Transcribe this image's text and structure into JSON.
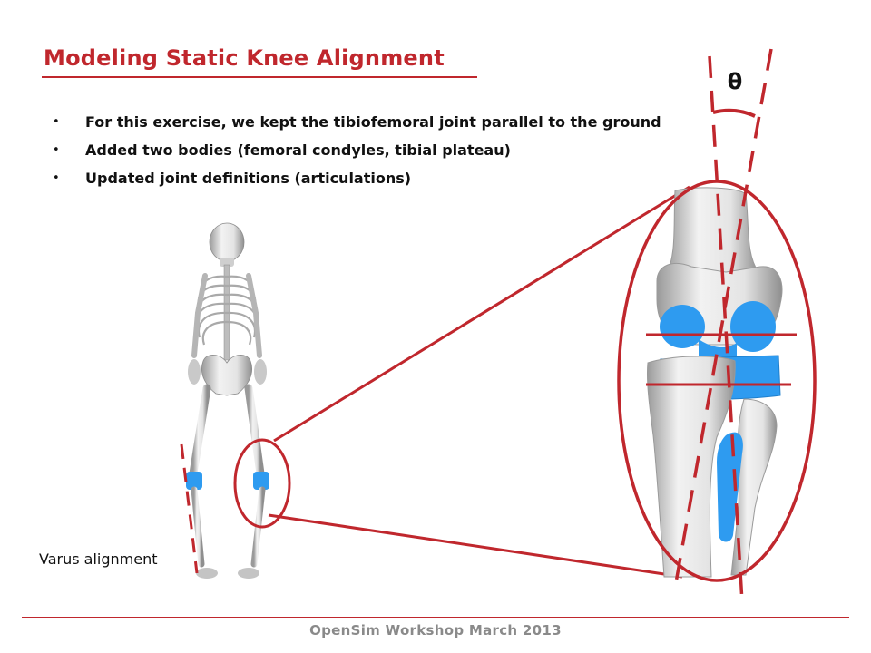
{
  "slide": {
    "title": "Modeling Static Knee Alignment",
    "bullets": [
      "For this exercise, we kept the tibiofemoral joint parallel to the ground",
      "Added two bodies (femoral condyles, tibial plateau)",
      "Updated joint definitions (articulations)"
    ],
    "bullet_glyph": "•",
    "varus_label": "Varus alignment",
    "theta_label": "θ",
    "footer": "OpenSim Workshop March 2013"
  },
  "colors": {
    "accent_red": "#c0272d",
    "bone_gray": "#dcdcdc",
    "joint_blue": "#2e9bf0",
    "footer_gray": "#8a8a8a"
  }
}
